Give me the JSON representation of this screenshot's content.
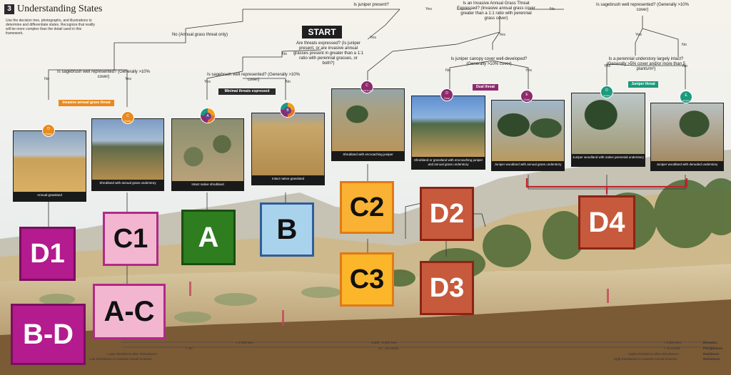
{
  "header": {
    "number": "3",
    "title": "Understanding States",
    "description": "Use the decision tree, photographs, and illustrations to determine and differentiate states. Recognize that reality will be more complex than the detail used in this framework."
  },
  "tree": {
    "start": "START",
    "threats_question": "Are threats expressed? (Is juniper present, or are invasive annual grasses present in greater than a 1:1 ratio with perennial grasses, or both?)",
    "juniper_question": "Is juniper present?",
    "invasive_question": "Is an Invasive Annual Grass Threat Expressed? (Invasive annual grass cover greater than a 1:1 ratio with perennial grass cover)",
    "sagebrush_right_question": "Is sagebrush well represented? (Generally >10% cover)",
    "annual_only": "No (Annual grass threat only)",
    "sagebrush_left_question": "Is sagebrush well represented? (Generally >10% cover)",
    "sagebrush_mid_question": "Is sagebrush well represented? (Generally >10% cover)",
    "canopy_question": "Is juniper canopy cover well-developed? (Generally >10% cover)",
    "understory_question": "Is a perennial understory largely intact? (Generally >5% cover and/or more than 5 plants/m²)",
    "yes": "Yes",
    "no": "No"
  },
  "threat_tags": {
    "invasive": "Invasive annual grass threat",
    "minimal": "Minimal threats expressed",
    "dual": "Dual threat",
    "juniper": "Juniper threat"
  },
  "panels": [
    {
      "badge": "D",
      "sub": "Grass",
      "caption": "Annual grassland",
      "color": "#e98a1e"
    },
    {
      "badge": "C",
      "sub": "Grass",
      "caption": "Shrubland with annual grass understory",
      "color": "#e98a1e"
    },
    {
      "badge": "A",
      "sub": "",
      "caption": "Intact native shrubland",
      "color": "#f0a020"
    },
    {
      "badge": "B",
      "sub": "",
      "caption": "Intact native grassland",
      "color": "#f0a020"
    },
    {
      "badge": "C",
      "sub": "Dual/Juniper",
      "caption": "Shrubland with encroaching juniper",
      "color": "#8c2a6c"
    },
    {
      "badge": "D",
      "sub": "Dual",
      "caption": "Shrubland or grassland with encroaching juniper and annual grass understory",
      "color": "#8c2a6c"
    },
    {
      "badge": "E",
      "sub": "Dual",
      "caption": "Juniper woodland with annual grass understory",
      "color": "#8c2a6c"
    },
    {
      "badge": "D",
      "sub": "Juniper",
      "caption": "Juniper woodland with native perennial understory",
      "color": "#1b9a7c"
    },
    {
      "badge": "E",
      "sub": "Juniper",
      "caption": "Juniper woodland with denuded understory",
      "color": "#1b9a7c"
    }
  ],
  "state_boxes": [
    {
      "label": "D1",
      "bg": "#b31b8e",
      "border": "#7a0f60",
      "text": "#ffffff"
    },
    {
      "label": "B-D",
      "bg": "#b31b8e",
      "border": "#7a0f60",
      "text": "#ffffff"
    },
    {
      "label": "C1",
      "bg": "#f3b6d0",
      "border": "#b02a8a",
      "text": "#111111"
    },
    {
      "label": "A-C",
      "bg": "#f3b6d0",
      "border": "#b02a8a",
      "text": "#111111"
    },
    {
      "label": "A",
      "bg": "#2e7d1f",
      "border": "#1b4e12",
      "text": "#ffffff"
    },
    {
      "label": "B",
      "bg": "#a9d3ec",
      "border": "#2f5d9c",
      "text": "#111111"
    },
    {
      "label": "C2",
      "bg": "#f9b233",
      "border": "#e07a15",
      "text": "#111111"
    },
    {
      "label": "C3",
      "bg": "#fbb62a",
      "border": "#e07a15",
      "text": "#111111"
    },
    {
      "label": "D2",
      "bg": "#c75a3c",
      "border": "#8a2416",
      "text": "#ffffff"
    },
    {
      "label": "D3",
      "bg": "#c75a3c",
      "border": "#8a2416",
      "text": "#ffffff"
    },
    {
      "label": "D4",
      "bg": "#c75a3c",
      "border": "#8a2416",
      "text": "#ffffff"
    }
  ],
  "bottom": {
    "elevation_low": "< 4,000 feet",
    "elevation_mid": "4,000 - 5,000 feet",
    "elevation_high": "> 5,500 feet",
    "precip_low": "< 10\"",
    "precip_mid": "10 - 15 inches",
    "precip_high": "> 15 inches",
    "elevation_label": "Elevation",
    "precip_label": "Precipitation",
    "resilience_low": "Lower Resilience after Disturbance",
    "resistance_low": "Low Resistance to Invasive Annual Grasses",
    "resilience_high": "Higher Resilience after Disturbance",
    "resistance_high": "High Resistance to Invasive Annual Grasses",
    "resilience_label": "Resilience",
    "resistance_label": "Resistance"
  }
}
